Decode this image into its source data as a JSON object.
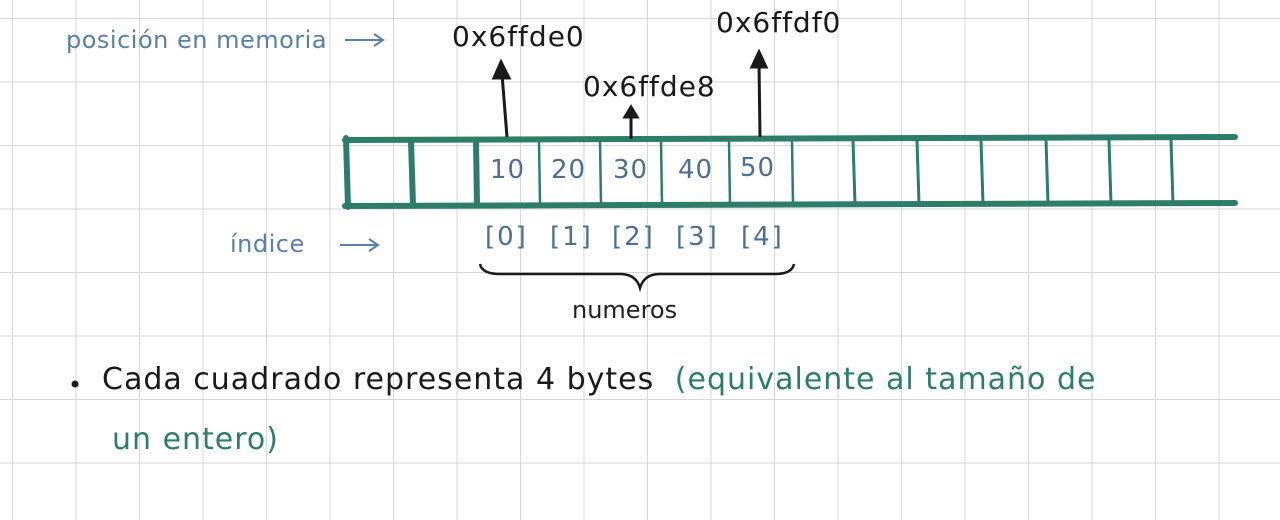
{
  "labels": {
    "memory_position": "posición en memoria",
    "index": "índice",
    "group": "numeros"
  },
  "addresses": [
    {
      "text": "0x6ffde0",
      "cell": 0
    },
    {
      "text": "0x6ffde8",
      "cell": 2
    },
    {
      "text": "0x6ffdf0",
      "cell": 4
    }
  ],
  "cells": [
    "10",
    "20",
    "30",
    "40",
    "50"
  ],
  "indices": [
    "[0]",
    "[1]",
    "[2]",
    "[3]",
    "[4]"
  ],
  "note": {
    "main": "Cada cuadrado representa 4 bytes",
    "aside_line1": "(equivalente al tamaño de",
    "aside_line2": "un entero)"
  },
  "colors": {
    "array_stroke": "#2e7d6a",
    "blue_text": "#5b7fa6",
    "dark_text": "#1a1a1a",
    "green_text": "#2e7d6a",
    "grid": "#d6d6d6"
  }
}
